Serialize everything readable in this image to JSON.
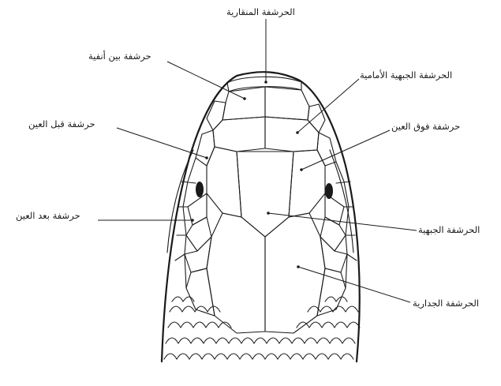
{
  "figure": {
    "labels": {
      "rostral": "الحرشفة المنقارية",
      "internasal": "حرشفة بين أنفية",
      "prefrontal": "الحرشفة الجبهية الأمامية",
      "preocular": "حرشفة قبل العين",
      "supraocular": "حرشفة فوق العين",
      "postocular": "حرشفة بعد العين",
      "frontal": "الحرشفة الجبهية",
      "parietal": "الحرشفة الجدارية"
    },
    "colors": {
      "ink": "#1a1a1a",
      "background": "#ffffff"
    }
  }
}
